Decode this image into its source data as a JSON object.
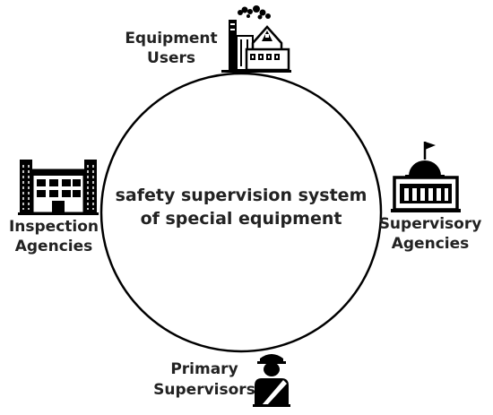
{
  "diagram": {
    "center": {
      "line1": "safety supervision system",
      "line2": "of special equipment"
    },
    "nodes": {
      "equipment_users": {
        "line1": "Equipment",
        "line2": "Users",
        "icon": "factory-icon"
      },
      "inspection_agencies": {
        "line1": "Inspection",
        "line2": "Agencies",
        "icon": "building-icon"
      },
      "supervisory_agencies": {
        "line1": "Supervisory",
        "line2": "Agencies",
        "icon": "government-building-icon"
      },
      "primary_supervisors": {
        "line1": "Primary",
        "line2": "Supervisors",
        "icon": "guard-icon"
      }
    },
    "colors": {
      "stroke": "#000000",
      "text": "#222222"
    }
  }
}
